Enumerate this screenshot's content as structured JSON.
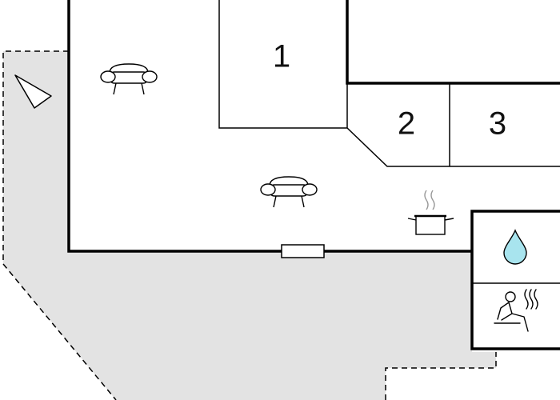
{
  "rooms": [
    {
      "id": "bedroom-1",
      "label": "1"
    },
    {
      "id": "bedroom-2",
      "label": "2"
    },
    {
      "id": "bedroom-3",
      "label": "3"
    }
  ],
  "icons": {
    "north_arrow": "compass-arrow-icon",
    "sofa": "sofa-icon",
    "kitchen": "cooking-pot-icon",
    "bathroom": "water-drop-icon",
    "sauna": "sauna-icon",
    "door": "door-icon"
  },
  "colors": {
    "terrace": "#e3e3e3",
    "wall": "#000000",
    "floor": "#ffffff",
    "water": "#a8e4ee"
  }
}
